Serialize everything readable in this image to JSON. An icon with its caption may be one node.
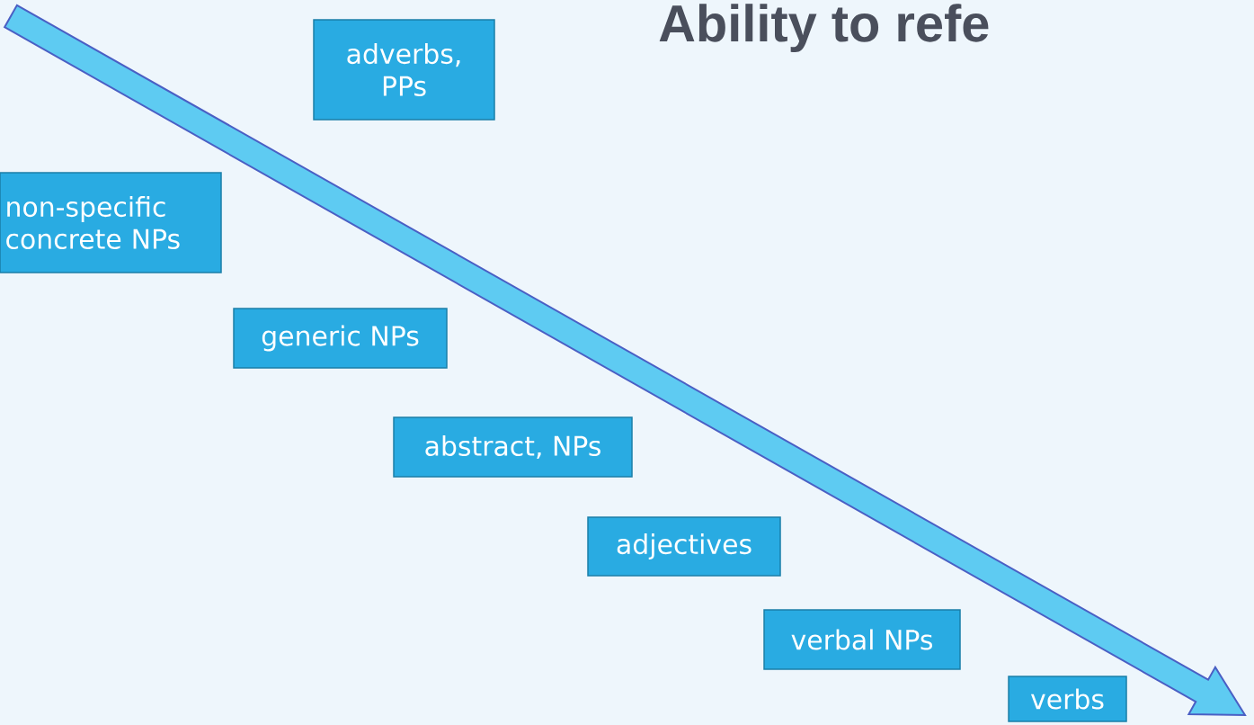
{
  "diagram": {
    "title": "Ability to refe",
    "nodes": [
      {
        "text": [
          "adverbs, PPs"
        ]
      },
      {
        "text": [
          "non-specific concrete NPs"
        ]
      },
      {
        "text": [
          "generic NPs"
        ]
      },
      {
        "text": [
          "abstract, NPs"
        ]
      },
      {
        "text": [
          "adjectives"
        ]
      },
      {
        "text": [
          "verbal NPs"
        ]
      },
      {
        "text": [
          "verbs"
        ]
      }
    ]
  }
}
